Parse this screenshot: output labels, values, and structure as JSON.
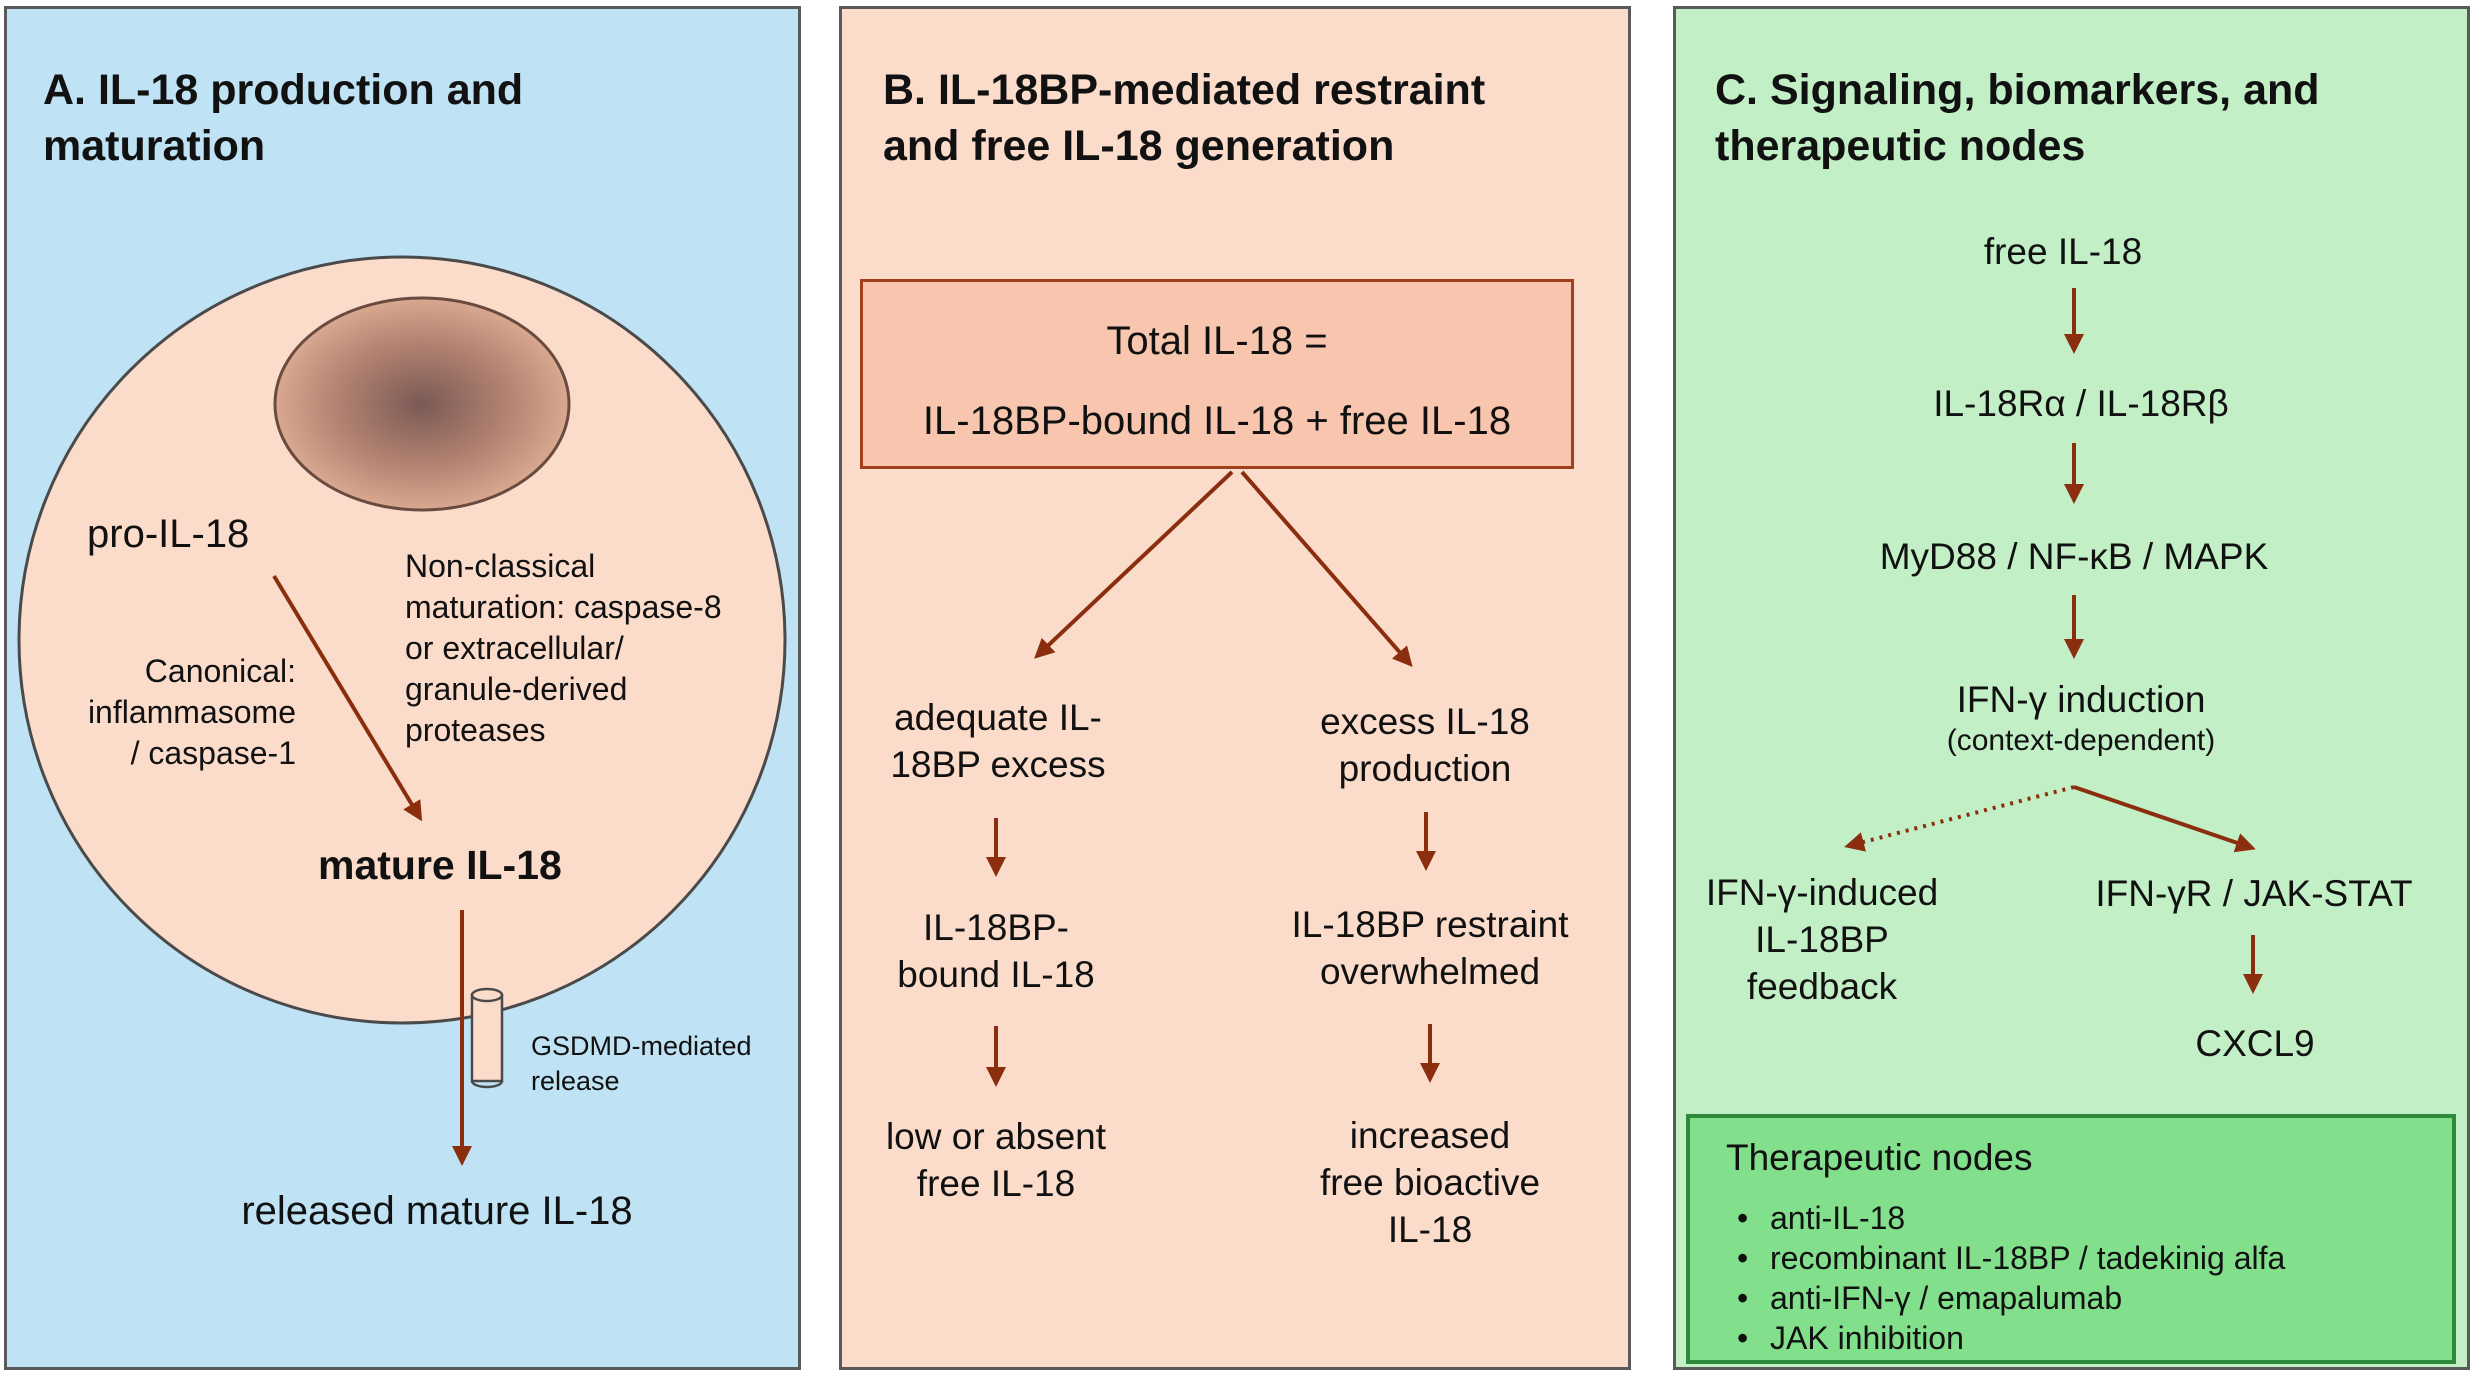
{
  "panel_a": {
    "title_line1": "A. IL-18 production and",
    "title_line2": "maturation",
    "pro_il18": "pro-IL-18",
    "noncanonical_lines": [
      "Non-classical",
      "maturation: caspase-8",
      "or extracellular/",
      "granule-derived",
      "proteases"
    ],
    "canonical_lines": [
      "Canonical:",
      "inflammasome",
      "/ caspase-1"
    ],
    "mature": "mature IL-18",
    "gsdmd_lines": [
      "GSDMD-mediated",
      "release"
    ],
    "released": "released mature IL-18"
  },
  "panel_b": {
    "title_line1": "B. IL-18BP-mediated restraint",
    "title_line2": "and free IL-18 generation",
    "eq_line1": "Total IL-18 =",
    "eq_line2": "IL-18BP-bound IL-18 + free IL-18",
    "left_1": [
      "adequate IL-",
      "18BP excess"
    ],
    "left_2": [
      "IL-18BP-",
      "bound IL-18"
    ],
    "left_3": [
      "low or absent",
      "free IL-18"
    ],
    "right_1": [
      "excess IL-18",
      "production"
    ],
    "right_2": [
      "IL-18BP restraint",
      "overwhelmed"
    ],
    "right_3": [
      "increased",
      "free bioactive",
      "IL-18"
    ]
  },
  "panel_c": {
    "title_line1": "C. Signaling, biomarkers, and",
    "title_line2": "therapeutic nodes",
    "n1": "free IL-18",
    "n2": "IL-18Rα / IL-18Rβ",
    "n3": "MyD88 / NF-κB / MAPK",
    "n4": "IFN-γ induction",
    "n4_sub": "(context-dependent)",
    "left": [
      "IFN-γ-induced",
      "IL-18BP",
      "feedback"
    ],
    "right": "IFN-γR / JAK-STAT",
    "cxcl9": "CXCL9",
    "therapeutic": {
      "heading": "Therapeutic nodes",
      "items": [
        "anti-IL-18",
        "recombinant IL-18BP / tadekinig alfa",
        "anti-IFN-γ / emapalumab",
        "JAK inhibition"
      ]
    }
  },
  "colors": {
    "panel_a_bg": "#bfe3f4",
    "panel_b_bg": "#fbdccb",
    "panel_c_bg": "#c2efc6",
    "cell_fill": "#fbdccb",
    "arrow": "#8b2e0e",
    "therapeutic_box": "#82df8c"
  }
}
